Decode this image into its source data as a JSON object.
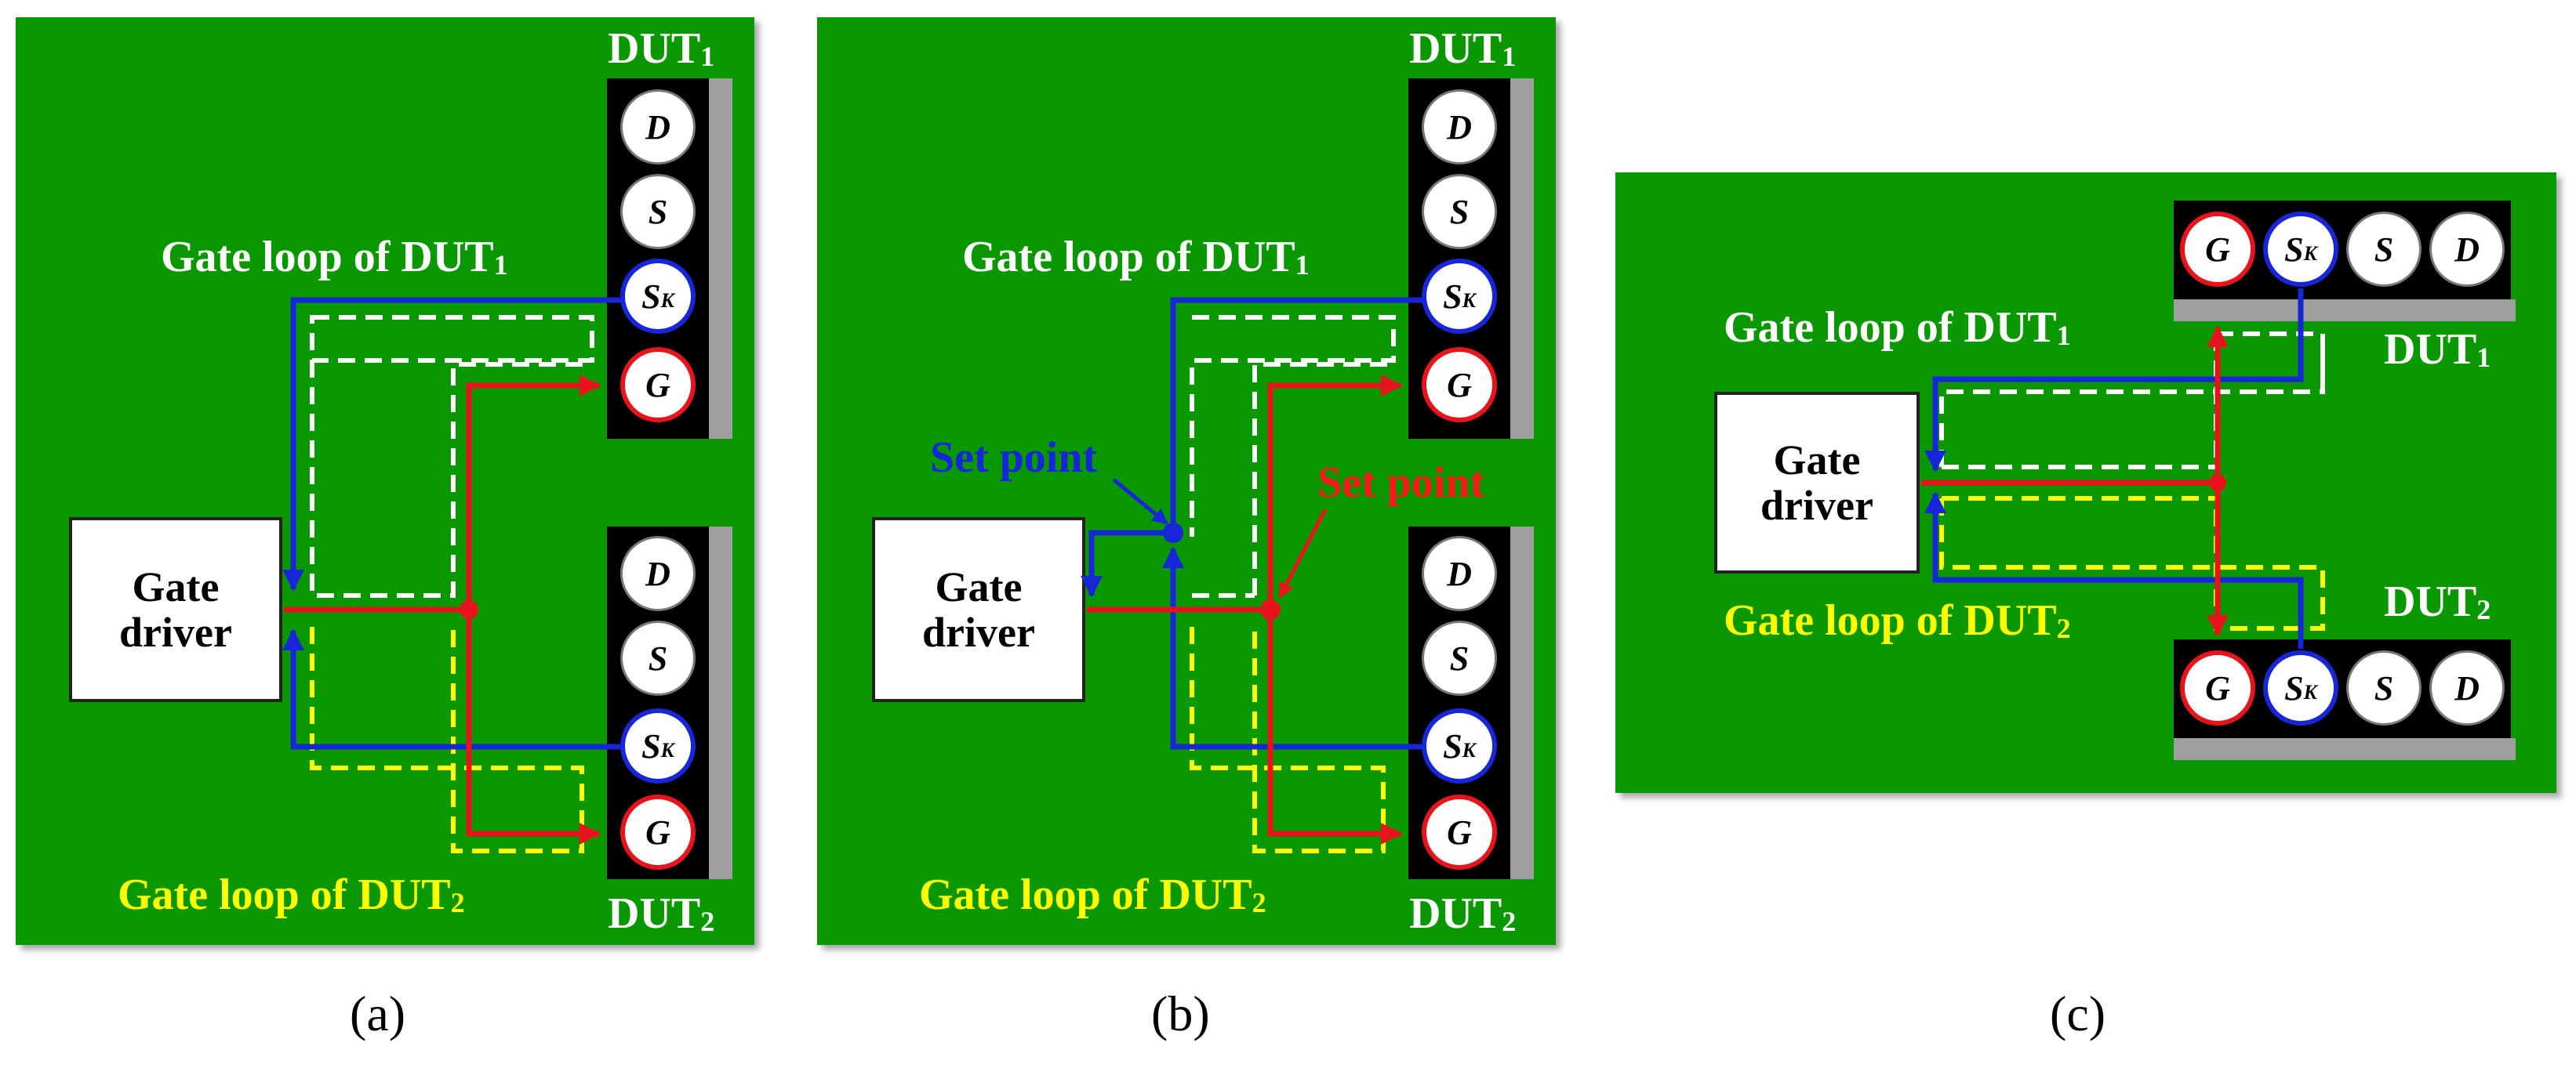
{
  "panels": {
    "a": {
      "caption": "(a)",
      "gate_driver": [
        "Gate",
        "driver"
      ],
      "label_loop1": "Gate loop of DUT",
      "label_loop1_sub": "1",
      "label_loop2": "Gate loop of DUT",
      "label_loop2_sub": "2",
      "dut1": "DUT",
      "dut1_sub": "1",
      "dut2": "DUT",
      "dut2_sub": "2"
    },
    "b": {
      "caption": "(b)",
      "gate_driver": [
        "Gate",
        "driver"
      ],
      "label_loop1": "Gate loop of DUT",
      "label_loop1_sub": "1",
      "label_loop2": "Gate loop of DUT",
      "label_loop2_sub": "2",
      "dut1": "DUT",
      "dut1_sub": "1",
      "dut2": "DUT",
      "dut2_sub": "2",
      "set_point_blue": "Set point",
      "set_point_red": "Set point"
    },
    "c": {
      "caption": "(c)",
      "gate_driver": [
        "Gate",
        "driver"
      ],
      "label_loop1": "Gate loop of DUT",
      "label_loop1_sub": "1",
      "label_loop2": "Gate loop of DUT",
      "label_loop2_sub": "2",
      "dut1": "DUT",
      "dut1_sub": "1",
      "dut2": "DUT",
      "dut2_sub": "2"
    }
  },
  "pins": {
    "drain": "D",
    "source": "S",
    "kelvin_source": "S",
    "kelvin_sub": "K",
    "gate": "G"
  },
  "colors": {
    "board": "#0a9800",
    "gate_path": "#e8141b",
    "kelvin_path": "#1726d8",
    "loop_dut1": "#ffffff",
    "loop_dut2": "#ffff00",
    "heatsink": "#9e9e9e"
  }
}
